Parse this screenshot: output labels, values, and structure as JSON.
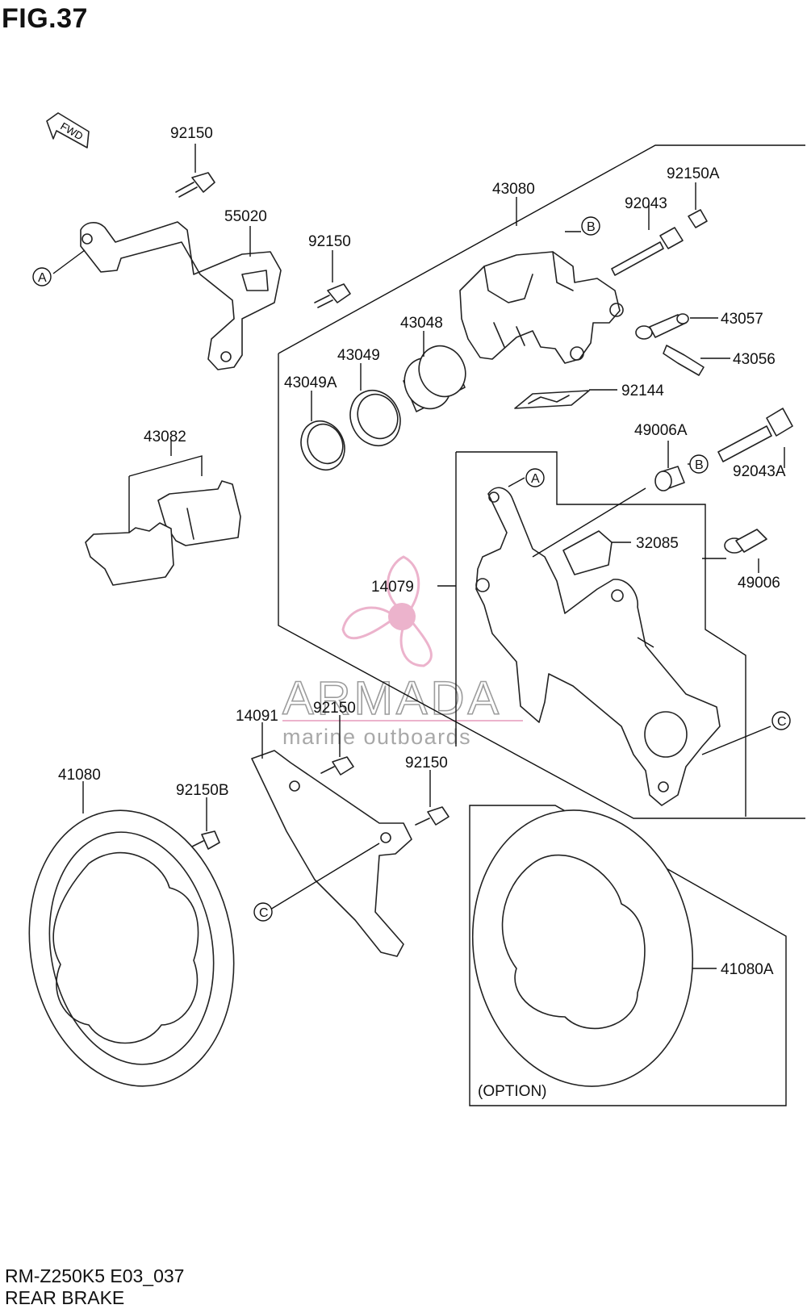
{
  "figure": {
    "title": "FIG.37",
    "model_code": "RM-Z250K5 E03_037",
    "section_title": "REAR BRAKE"
  },
  "direction_arrow": {
    "label": "FWD"
  },
  "watermark": {
    "brand": "ARMADA",
    "tagline": "marine outboards",
    "color": "#e9a6c4"
  },
  "part_labels": {
    "p92150_top": "92150",
    "p55020": "55020",
    "p92150_mid": "92150",
    "p43080": "43080",
    "p92150A": "92150A",
    "p92043": "92043",
    "p43057": "43057",
    "p43056": "43056",
    "p43048": "43048",
    "p43049": "43049",
    "p43049A": "43049A",
    "p92144": "92144",
    "p43082": "43082",
    "p49006A": "49006A",
    "p92043A": "92043A",
    "p32085": "32085",
    "p14079": "14079",
    "p49006": "49006",
    "p14091": "14091",
    "p92150_low1": "92150",
    "p92150_low2": "92150",
    "p41080": "41080",
    "p92150B": "92150B",
    "p41080A": "41080A"
  },
  "reference_marks": {
    "a": "A",
    "b": "B",
    "c": "C"
  },
  "option_label": "(OPTION)"
}
